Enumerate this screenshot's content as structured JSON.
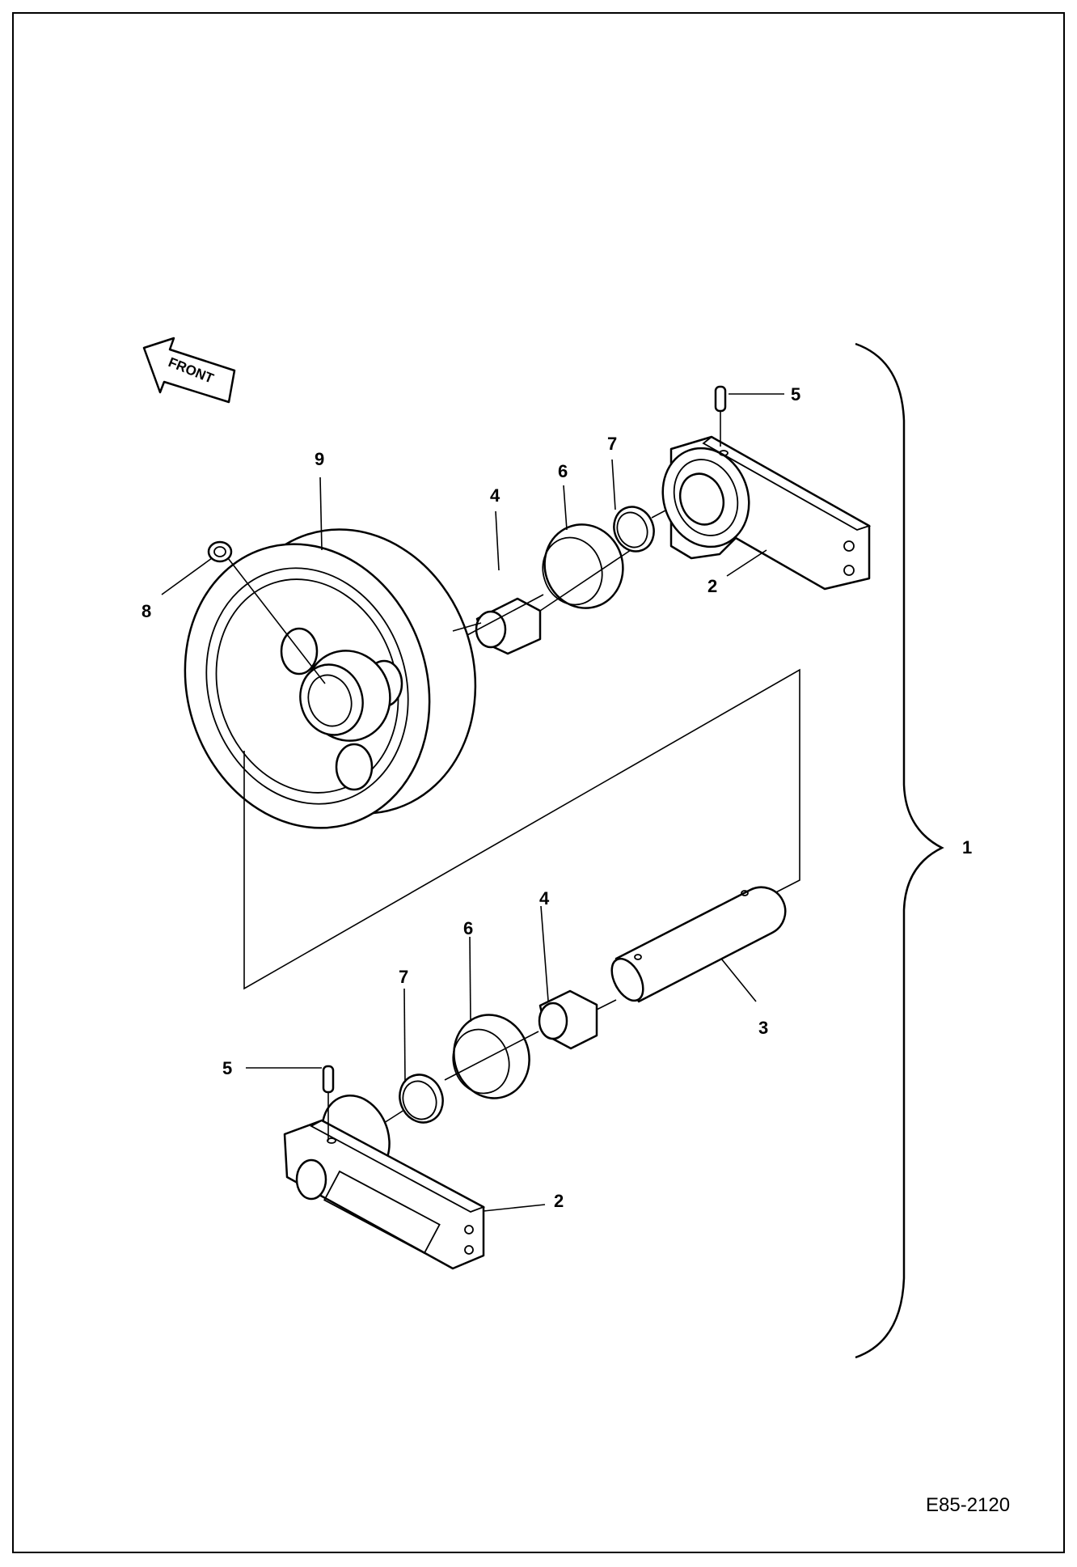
{
  "diagram": {
    "front_label": "FRONT",
    "drawing_number": "E85-2120",
    "callouts": {
      "c1": "1",
      "c2_top": "2",
      "c2_bottom": "2",
      "c3": "3",
      "c4_top": "4",
      "c4_bottom": "4",
      "c5_top": "5",
      "c5_bottom": "5",
      "c6_top": "6",
      "c6_bottom": "6",
      "c7_top": "7",
      "c7_bottom": "7",
      "c8": "8",
      "c9": "9"
    }
  }
}
